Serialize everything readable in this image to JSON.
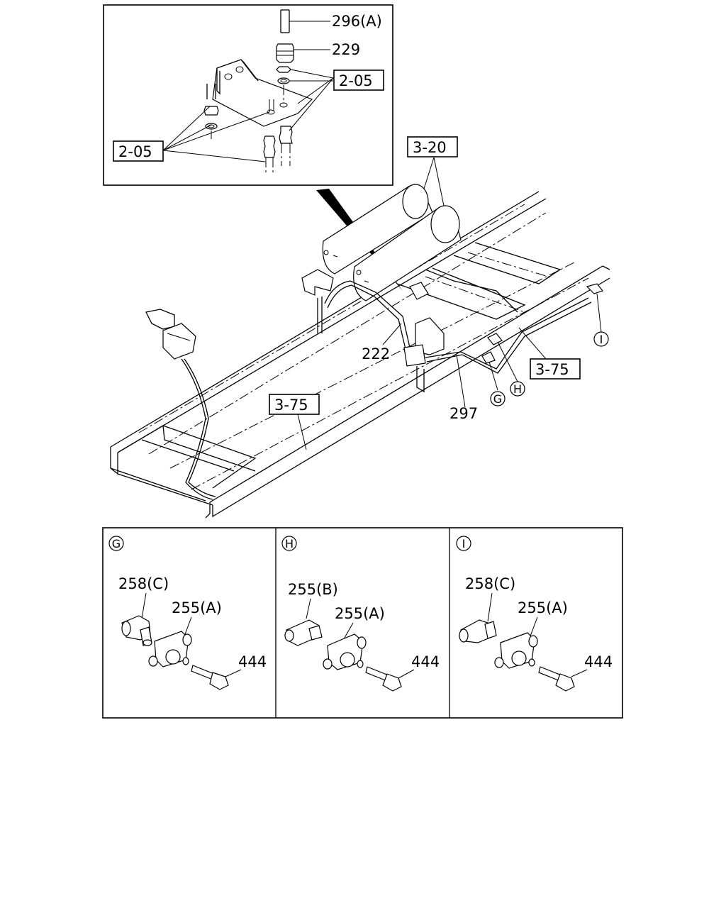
{
  "inset": {
    "labels": {
      "a": "296(A)",
      "b": "229",
      "c": "2-05",
      "d": "2-05"
    }
  },
  "main": {
    "labels": {
      "ref_320": "3-20",
      "ref_375_right": "3-75",
      "ref_375_left": "3-75",
      "p222": "222",
      "p297": "297"
    },
    "callouts": {
      "g": "G",
      "h": "H",
      "i": "I"
    }
  },
  "details": [
    {
      "key": "G",
      "labels": [
        "258(C)",
        "255(A)",
        "444"
      ]
    },
    {
      "key": "H",
      "labels": [
        "255(B)",
        "255(A)",
        "444"
      ]
    },
    {
      "key": "I",
      "labels": [
        "258(C)",
        "255(A)",
        "444"
      ]
    }
  ]
}
